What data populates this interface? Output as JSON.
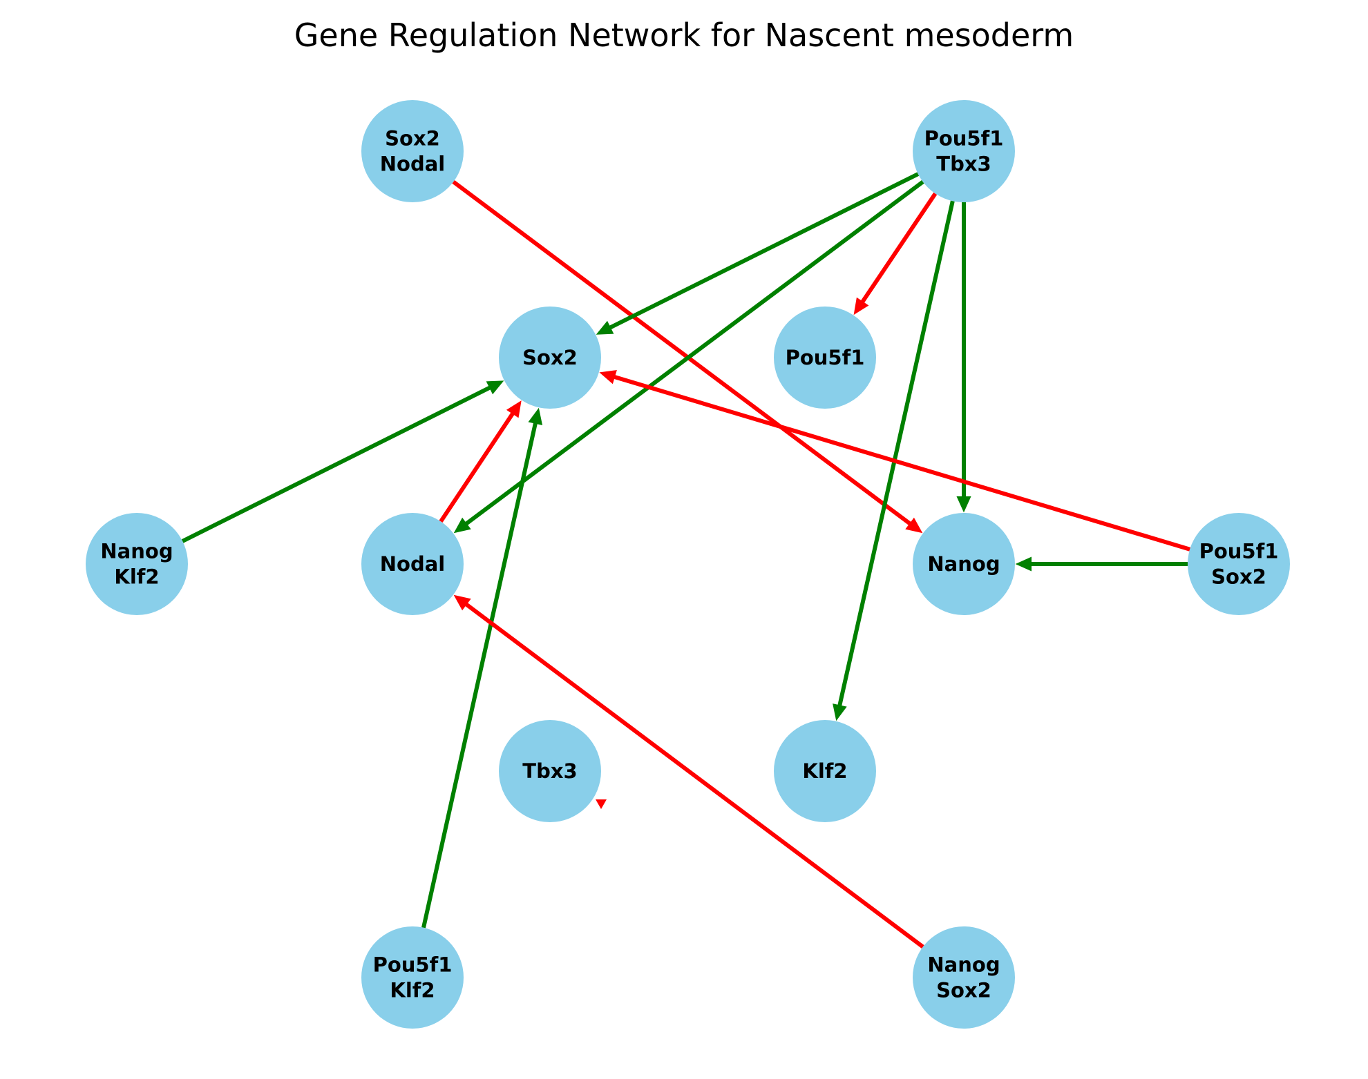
{
  "title": "Gene Regulation Network for Nascent mesoderm",
  "colors": {
    "node_fill": "#89CFEA",
    "activation": "#008000",
    "repression": "#FF0000",
    "text": "#000000"
  },
  "nodes": [
    {
      "id": "sox2_nodal",
      "lines": [
        "Sox2",
        "Nodal"
      ]
    },
    {
      "id": "pou5f1_tbx3",
      "lines": [
        "Pou5f1",
        "Tbx3"
      ]
    },
    {
      "id": "sox2",
      "lines": [
        "Sox2"
      ]
    },
    {
      "id": "pou5f1",
      "lines": [
        "Pou5f1"
      ]
    },
    {
      "id": "nanog_klf2",
      "lines": [
        "Nanog",
        "Klf2"
      ]
    },
    {
      "id": "nodal",
      "lines": [
        "Nodal"
      ]
    },
    {
      "id": "nanog",
      "lines": [
        "Nanog"
      ]
    },
    {
      "id": "pou5f1_sox2",
      "lines": [
        "Pou5f1",
        "Sox2"
      ]
    },
    {
      "id": "tbx3",
      "lines": [
        "Tbx3"
      ]
    },
    {
      "id": "klf2",
      "lines": [
        "Klf2"
      ]
    },
    {
      "id": "pou5f1_klf2",
      "lines": [
        "Pou5f1",
        "Klf2"
      ]
    },
    {
      "id": "nanog_sox2",
      "lines": [
        "Nanog",
        "Sox2"
      ]
    }
  ],
  "edges": [
    {
      "from": "sox2_nodal",
      "to": "nanog",
      "type": "repression"
    },
    {
      "from": "pou5f1_tbx3",
      "to": "sox2",
      "type": "activation"
    },
    {
      "from": "pou5f1_tbx3",
      "to": "nodal",
      "type": "activation"
    },
    {
      "from": "pou5f1_tbx3",
      "to": "pou5f1",
      "type": "repression"
    },
    {
      "from": "pou5f1_tbx3",
      "to": "klf2",
      "type": "activation"
    },
    {
      "from": "pou5f1_tbx3",
      "to": "nanog",
      "type": "activation"
    },
    {
      "from": "nanog_klf2",
      "to": "sox2",
      "type": "activation"
    },
    {
      "from": "nodal",
      "to": "sox2",
      "type": "repression"
    },
    {
      "from": "pou5f1_klf2",
      "to": "sox2",
      "type": "activation"
    },
    {
      "from": "pou5f1_sox2",
      "to": "sox2",
      "type": "repression"
    },
    {
      "from": "pou5f1_sox2",
      "to": "nanog",
      "type": "activation"
    },
    {
      "from": "nanog_sox2",
      "to": "nodal",
      "type": "repression"
    },
    {
      "from": "tbx3",
      "to": "tbx3",
      "type": "repression"
    }
  ]
}
